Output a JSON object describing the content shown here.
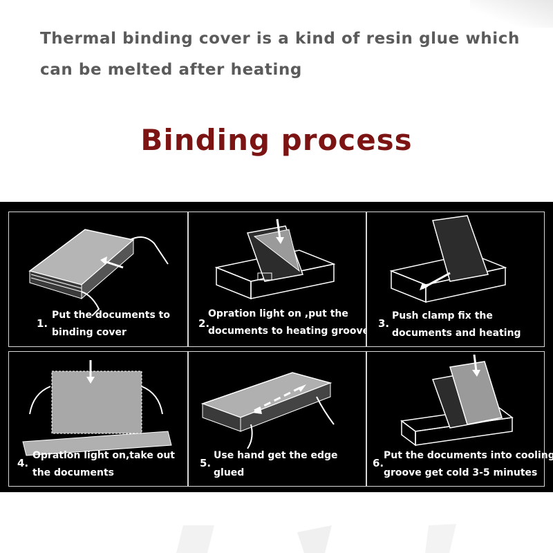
{
  "intro": {
    "line1": "Thermal binding cover is a kind of resin glue which",
    "line2": "can be melted after heating"
  },
  "heading": "Binding process",
  "colors": {
    "heading": "#7d1414",
    "intro": "#5b5b5b",
    "board": "#000000",
    "border": "#d8d8d8"
  },
  "steps": [
    {
      "num": "1.",
      "line1": "Put the documents to",
      "line2": "binding cover"
    },
    {
      "num": "2.",
      "line1": "Opration light on ,put the",
      "line2": "documents to heating groove"
    },
    {
      "num": "3.",
      "line1": "Push clamp fix the",
      "line2": "documents and heating"
    },
    {
      "num": "4.",
      "line1": "Opration light on,take out",
      "line2": "the documents"
    },
    {
      "num": "5.",
      "line1": "Use hand get the edge",
      "line2": "glued"
    },
    {
      "num": "6.",
      "line1": "Put the documents into cooling",
      "line2": "groove get cold 3-5 minutes"
    }
  ]
}
